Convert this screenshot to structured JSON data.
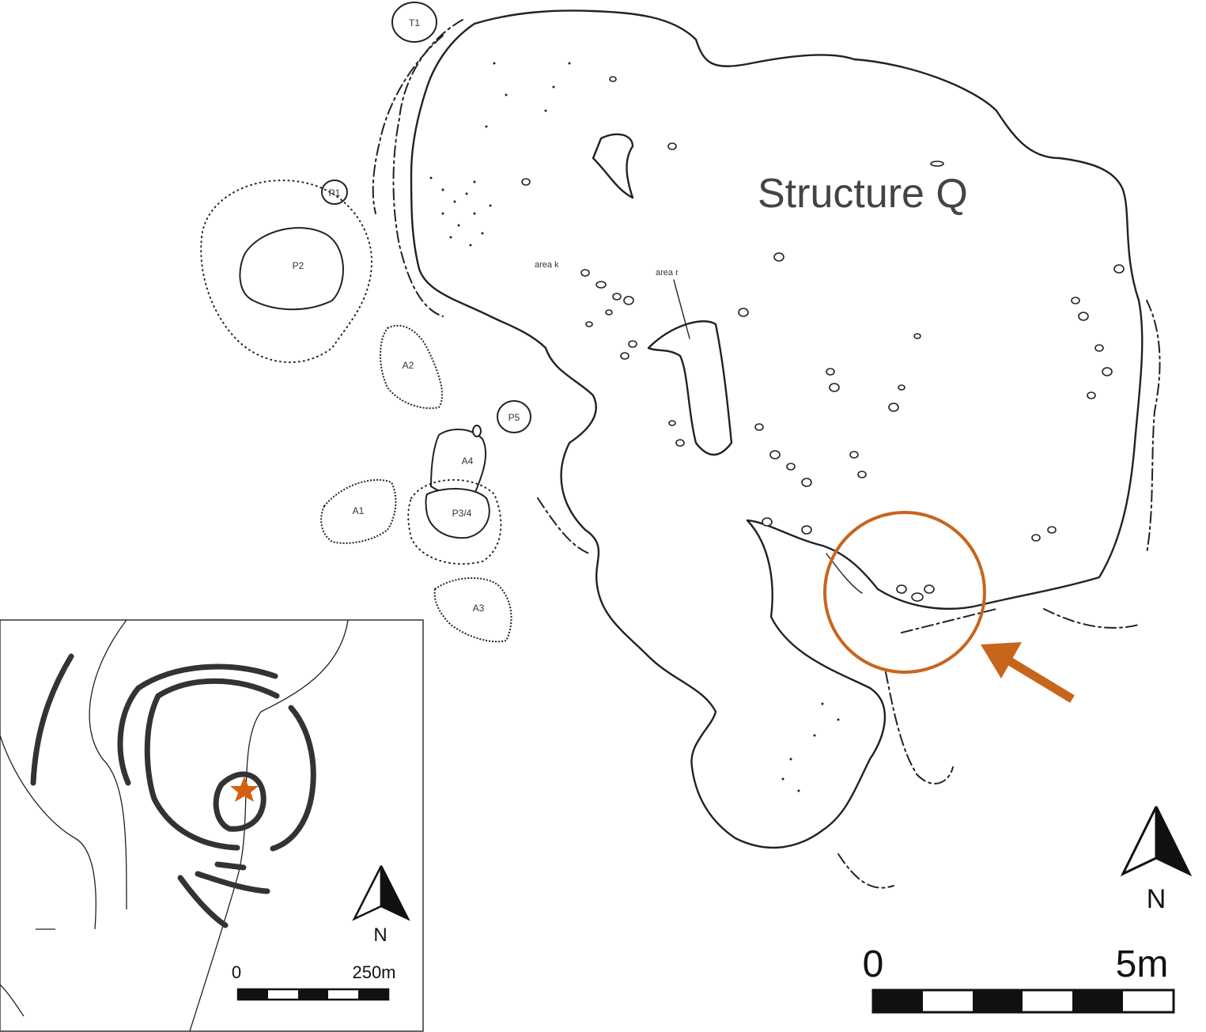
{
  "title": "Structure Q",
  "features": {
    "T1": "T1",
    "P1": "P1",
    "P2": "P2",
    "A2": "A2",
    "P5": "P5",
    "A4": "A4",
    "P34": "P3/4",
    "A1": "A1",
    "A3": "A3"
  },
  "areas": {
    "k": "area k",
    "r": "area r"
  },
  "north_label": "N",
  "scale_main": {
    "start": "0",
    "end": "5m"
  },
  "inset": {
    "north_label": "N",
    "scale": {
      "start": "0",
      "end": "250m"
    },
    "marker_color": "#d45f13"
  },
  "highlight": {
    "color": "#c8651d"
  }
}
